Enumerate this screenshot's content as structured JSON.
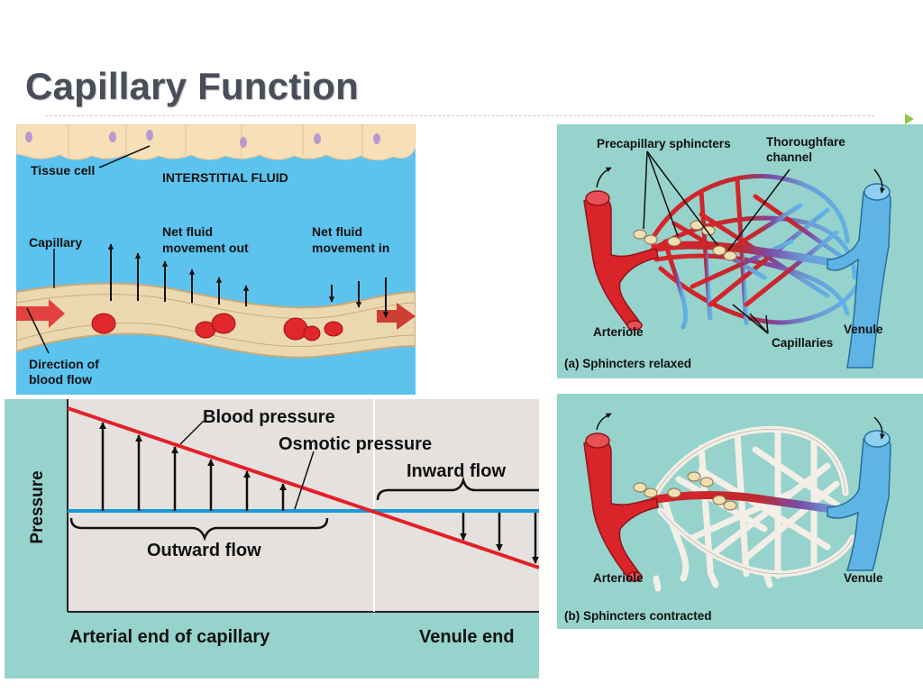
{
  "slide": {
    "title": "Capillary Function"
  },
  "fluid_panel": {
    "tissue_cell_label": "Tissue cell",
    "interstitial_label": "INTERSTITIAL FLUID",
    "net_out_line1": "Net fluid",
    "net_out_line2": "movement out",
    "net_in_line1": "Net fluid",
    "net_in_line2": "movement in",
    "capillary_label": "Capillary",
    "direction_line1": "Direction of",
    "direction_line2": "blood flow"
  },
  "pressure_panel": {
    "blood_pressure_label": "Blood pressure",
    "osmotic_pressure_label": "Osmotic pressure",
    "inward_flow_label": "Inward flow",
    "outward_flow_label": "Outward flow",
    "y_axis_label": "Pressure",
    "x_left_label": "Arterial end of capillary",
    "x_right_label": "Venule end"
  },
  "relaxed_panel": {
    "precapillary_label": "Precapillary sphincters",
    "thoroughfare_line1": "Thoroughfare",
    "thoroughfare_line2": "channel",
    "arteriole_label": "Arteriole",
    "venule_label": "Venule",
    "capillaries_label": "Capillaries",
    "caption": "(a) Sphincters relaxed"
  },
  "contracted_panel": {
    "arteriole_label": "Arteriole",
    "venule_label": "Venule",
    "caption": "(b) Sphincters contracted"
  },
  "colors": {
    "title": "#4a4e5a",
    "fluid_bg": "#5bc3ee",
    "panel_teal": "#96d3cc",
    "blood_red": "#d9242a",
    "venule_blue": "#5fb4e6",
    "osmotic_blue": "#1a9ad6"
  }
}
